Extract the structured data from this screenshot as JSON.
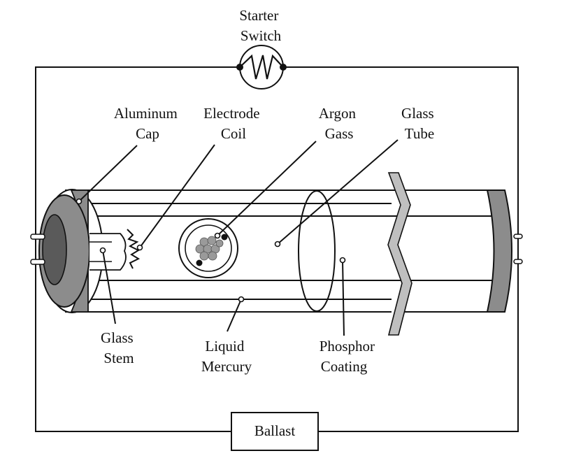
{
  "labels": {
    "starter_switch": [
      "Starter",
      "Switch"
    ],
    "aluminum_cap": [
      "Aluminum",
      "Cap"
    ],
    "electrode_coil": [
      "Electrode",
      "Coil"
    ],
    "argon_gass": [
      "Argon",
      "Gass"
    ],
    "glass_tube": [
      "Glass",
      "Tube"
    ],
    "glass_stem": [
      "Glass",
      "Stem"
    ],
    "liquid_mercury": [
      "Liquid",
      "Mercury"
    ],
    "phosphor_coating": [
      "Phosphor",
      "Coating"
    ],
    "ballast": "Ballast"
  },
  "colors": {
    "line": "#111111",
    "cap_outer": "#8c8c8c",
    "cap_inner": "#5a5a5a",
    "break": "#bfbfbf",
    "mercury": "#9a9a9a",
    "background": "#ffffff"
  }
}
